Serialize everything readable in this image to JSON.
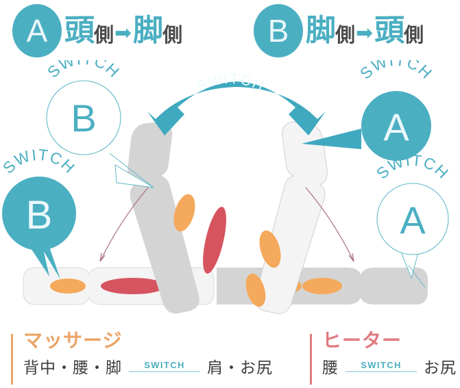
{
  "header": {
    "groups": [
      {
        "badge": "A",
        "from": "頭",
        "from_suffix": "側",
        "arrow": "➡",
        "to": "脚",
        "to_suffix": "側"
      },
      {
        "badge": "B",
        "from": "脚",
        "from_suffix": "側",
        "arrow": "➡",
        "to": "頭",
        "to_suffix": "側"
      }
    ]
  },
  "diagram": {
    "center_switch_label": "SWITCH",
    "callouts": [
      {
        "id": "callout-top-left",
        "arc_label": "SWITCH",
        "letter": "B",
        "style": "open"
      },
      {
        "id": "callout-bottom-left",
        "arc_label": "SWITCH",
        "letter": "B",
        "style": "filled"
      },
      {
        "id": "callout-top-right",
        "arc_label": "SWITCH",
        "letter": "A",
        "style": "filled"
      },
      {
        "id": "callout-bottom-right",
        "arc_label": "SWITCH",
        "letter": "A",
        "style": "open"
      }
    ]
  },
  "legend": {
    "massage": {
      "title": "マッサージ",
      "left": "背中・腰・脚",
      "switch": "SWITCH",
      "right": "肩・お尻",
      "accent": "#eba465"
    },
    "heater": {
      "title": "ヒーター",
      "left": "腰",
      "switch": "SWITCH",
      "right": "お尻",
      "accent": "#e07a7e"
    }
  },
  "colors": {
    "teal": "#4bafc2",
    "orange": "#f5a95c",
    "red": "#d6545f",
    "gray_dark": "#d3d3d3",
    "gray_light": "#f2f2f2",
    "rose_arrow": "#a8707a"
  }
}
